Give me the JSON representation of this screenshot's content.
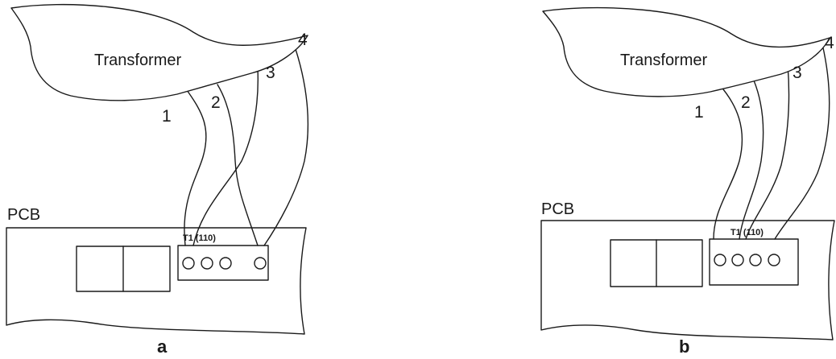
{
  "panels": [
    {
      "caption": "a",
      "transformer_label": "Transformer",
      "pcb_label": "PCB",
      "terminal_label": "T1 (110)",
      "wires": [
        "1",
        "2",
        "3",
        "4"
      ]
    },
    {
      "caption": "b",
      "transformer_label": "Transformer",
      "pcb_label": "PCB",
      "terminal_label": "T1 (110)",
      "wires": [
        "1",
        "2",
        "3",
        "4"
      ]
    }
  ],
  "colors": {
    "line": "#1a1a1a",
    "background": "#ffffff"
  }
}
